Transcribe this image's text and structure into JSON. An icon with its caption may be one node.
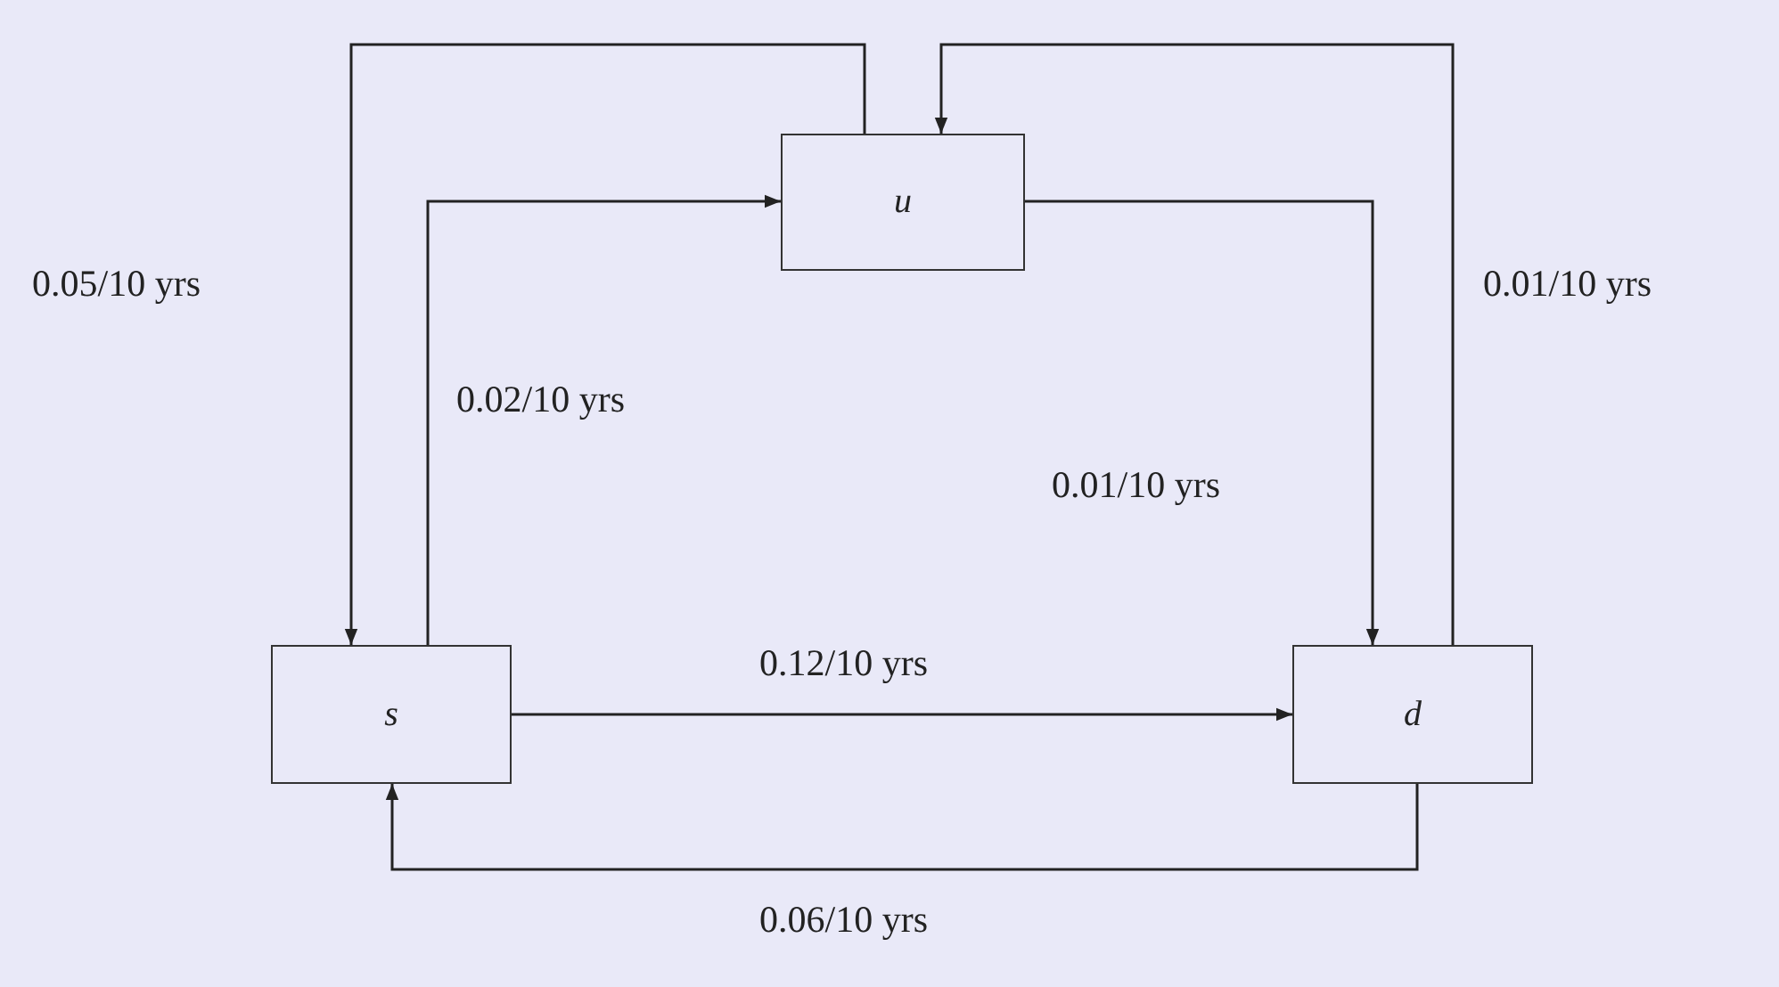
{
  "diagram": {
    "nodes": [
      {
        "text": [
          "u"
        ]
      },
      {
        "text": [
          "s"
        ]
      },
      {
        "text": [
          "d"
        ]
      }
    ],
    "edges": [
      {
        "from": 0,
        "to": 1,
        "arrow": "to",
        "label": "0.05/10 yrs"
      },
      {
        "from": 1,
        "to": 0,
        "arrow": "to",
        "label": "0.02/10 yrs"
      },
      {
        "from": 0,
        "to": 2,
        "arrow": "to",
        "label": "0.01/10 yrs"
      },
      {
        "from": 2,
        "to": 0,
        "arrow": "to",
        "label": "0.01/10 yrs"
      },
      {
        "from": 1,
        "to": 2,
        "arrow": "to",
        "label": "0.12/10 yrs"
      },
      {
        "from": 2,
        "to": 1,
        "arrow": "to",
        "label": "0.06/10 yrs"
      }
    ]
  }
}
